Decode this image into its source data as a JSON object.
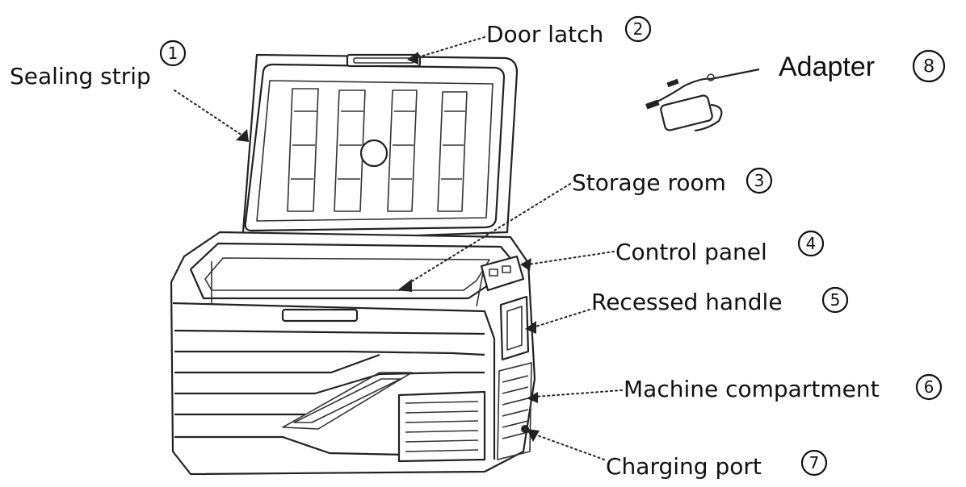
{
  "callouts": [
    {
      "label": "Sealing strip",
      "number": "1"
    },
    {
      "label": "Door latch",
      "number": "2"
    },
    {
      "label": "Storage room",
      "number": "3"
    },
    {
      "label": "Control panel",
      "number": "4"
    },
    {
      "label": "Recessed handle",
      "number": "5"
    },
    {
      "label": "Machine compartment",
      "number": "6"
    },
    {
      "label": "Charging port",
      "number": "7"
    },
    {
      "label": "Adapter",
      "number": "8"
    }
  ]
}
